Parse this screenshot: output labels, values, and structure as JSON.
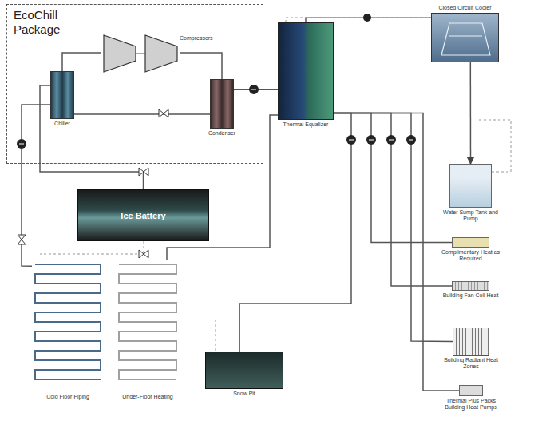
{
  "diagram": {
    "nodes": [
      {
        "text": [
          "EcoChill Package"
        ]
      },
      {
        "text": [
          "Chiller"
        ],
        "in": 0
      },
      {
        "text": [
          "Compressors"
        ],
        "in": 0
      },
      {
        "text": [
          "Condenser"
        ],
        "in": 0
      },
      {
        "text": [
          "Thermal Equalizer"
        ]
      },
      {
        "text": [
          "Closed Circuit Cooler"
        ]
      },
      {
        "text": [
          "Ice Battery"
        ]
      },
      {
        "text": [
          "Water Sump Tank and Pump"
        ]
      },
      {
        "text": [
          "Complimentary Heat as Required"
        ]
      },
      {
        "text": [
          "Building Fan Coil Heat"
        ]
      },
      {
        "text": [
          "Building Radiant Heat Zones"
        ]
      },
      {
        "text": [
          "Thermal Plus Packs Building Heat Pumps"
        ]
      },
      {
        "text": [
          "Cold Floor Piping"
        ]
      },
      {
        "text": [
          "Under-Floor Heating"
        ]
      },
      {
        "text": [
          "Snow Pit"
        ]
      }
    ],
    "edges": [
      {
        "from": 1,
        "to": 2,
        "arrow": "none"
      },
      {
        "from": 2,
        "to": 3,
        "arrow": "none"
      },
      {
        "from": 3,
        "to": 1,
        "arrow": "none"
      },
      {
        "from": 3,
        "to": 4,
        "arrow": "none"
      },
      {
        "from": 4,
        "to": 5,
        "arrow": "none"
      },
      {
        "from": 5,
        "to": 7,
        "arrow": "to"
      },
      {
        "from": 1,
        "to": 6,
        "arrow": "none"
      },
      {
        "from": 1,
        "to": 12,
        "arrow": "none"
      },
      {
        "from": 4,
        "to": 13,
        "arrow": "none"
      },
      {
        "from": 4,
        "to": 14,
        "arrow": "none"
      },
      {
        "from": 4,
        "to": 8,
        "arrow": "none"
      },
      {
        "from": 4,
        "to": 9,
        "arrow": "none"
      },
      {
        "from": 4,
        "to": 10,
        "arrow": "none"
      },
      {
        "from": 4,
        "to": 11,
        "arrow": "none"
      }
    ]
  }
}
